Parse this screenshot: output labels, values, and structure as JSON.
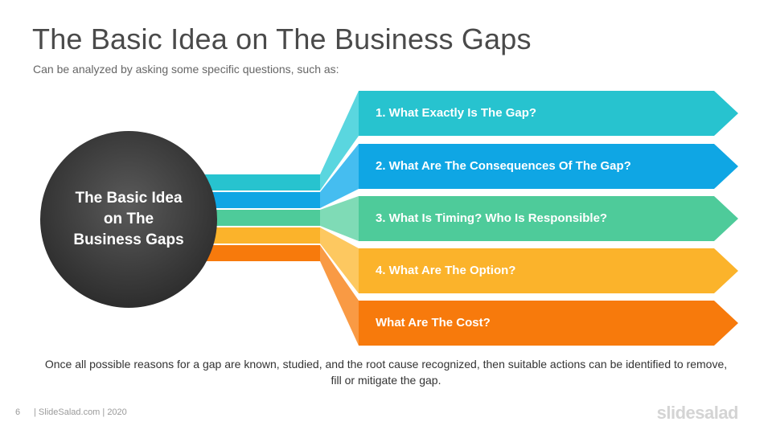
{
  "slide": {
    "title": "The Basic Idea on The Business Gaps",
    "subtitle": "Can be analyzed by asking some specific questions, such as:"
  },
  "center": {
    "lines": [
      "The Basic Idea",
      "on The",
      "Business Gaps"
    ]
  },
  "steps": [
    {
      "label": "1. What Exactly Is The Gap?",
      "color": "#27c3cf",
      "side_color": "#5ad6df"
    },
    {
      "label": "2. What Are The Consequences  Of The Gap?",
      "color": "#0fa6e4",
      "side_color": "#45bdf0"
    },
    {
      "label": "3. What Is Timing? Who Is Responsible?",
      "color": "#4ecb9a",
      "side_color": "#7fdbb6"
    },
    {
      "label": "4. What Are The Option?",
      "color": "#fbb32b",
      "side_color": "#fdc860"
    },
    {
      "label": "What Are The Cost?",
      "color": "#f77a0c",
      "side_color": "#f99a44"
    }
  ],
  "footer": {
    "text": "Once all possible reasons for a gap are known, studied, and the root cause recognized, then suitable actions can be identified to remove, fill or mitigate the gap.",
    "page_number": "6",
    "credit": "| SlideSalad.com | 2020",
    "brand": "slidesalad"
  }
}
